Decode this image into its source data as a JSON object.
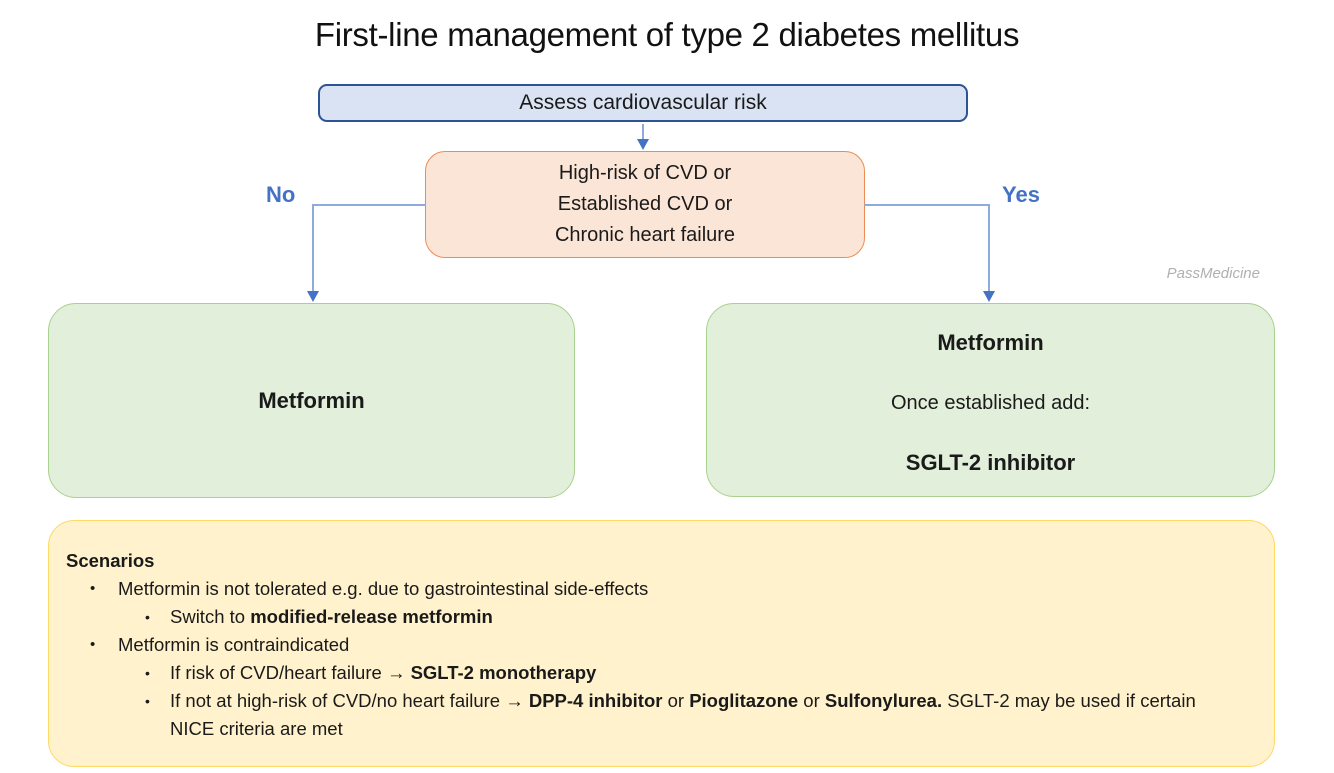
{
  "title": "First-line management of type 2 diabetes mellitus",
  "watermark": "PassMedicine",
  "flowchart": {
    "assess_label": "Assess cardiovascular risk",
    "risk_lines": [
      "High-risk of CVD or",
      "Established CVD or",
      "Chronic heart failure"
    ],
    "branch_no": "No",
    "branch_yes": "Yes",
    "low_risk_outcome": "Metformin",
    "high_risk_outcome": {
      "drug": "Metformin",
      "instruction": "Once established add:",
      "addon": "SGLT-2 inhibitor"
    }
  },
  "scenarios": {
    "heading": "Scenarios",
    "bullets": [
      {
        "level": 1,
        "segments": [
          {
            "text": "Metformin is not tolerated e.g. due to gastrointestinal side-effects",
            "bold": false
          }
        ]
      },
      {
        "level": 2,
        "segments": [
          {
            "text": "Switch to ",
            "bold": false
          },
          {
            "text": "modified-release metformin",
            "bold": true
          }
        ]
      },
      {
        "level": 1,
        "segments": [
          {
            "text": "Metformin is contraindicated",
            "bold": false
          }
        ]
      },
      {
        "level": 2,
        "segments": [
          {
            "text": "If risk of CVD/heart failure ",
            "bold": false
          },
          {
            "text": "→ SGLT-2 monotherapy",
            "bold": true
          }
        ]
      },
      {
        "level": 2,
        "segments": [
          {
            "text": "If not at high-risk of CVD/no heart failure ",
            "bold": false
          },
          {
            "text": "→ DPP-4 inhibitor",
            "bold": true
          },
          {
            "text": " or ",
            "bold": false
          },
          {
            "text": "Pioglitazone",
            "bold": true
          },
          {
            "text": " or ",
            "bold": false
          },
          {
            "text": "Sulfonylurea.",
            "bold": true
          },
          {
            "text": " SGLT-2 may be used if certain NICE criteria are met",
            "bold": false
          }
        ]
      }
    ]
  },
  "colors": {
    "assess_fill": "#dae3f3",
    "assess_border": "#2e5395",
    "risk_fill": "#fbe5d6",
    "risk_border": "#ed8c52",
    "outcome_fill": "#e2efda",
    "outcome_border": "#a9d18e",
    "scenarios_fill": "#fff2cc",
    "scenarios_border": "#ffd966",
    "connector_line": "#8faadc",
    "arrowhead": "#4472c4",
    "branch_label": "#4472c4"
  }
}
